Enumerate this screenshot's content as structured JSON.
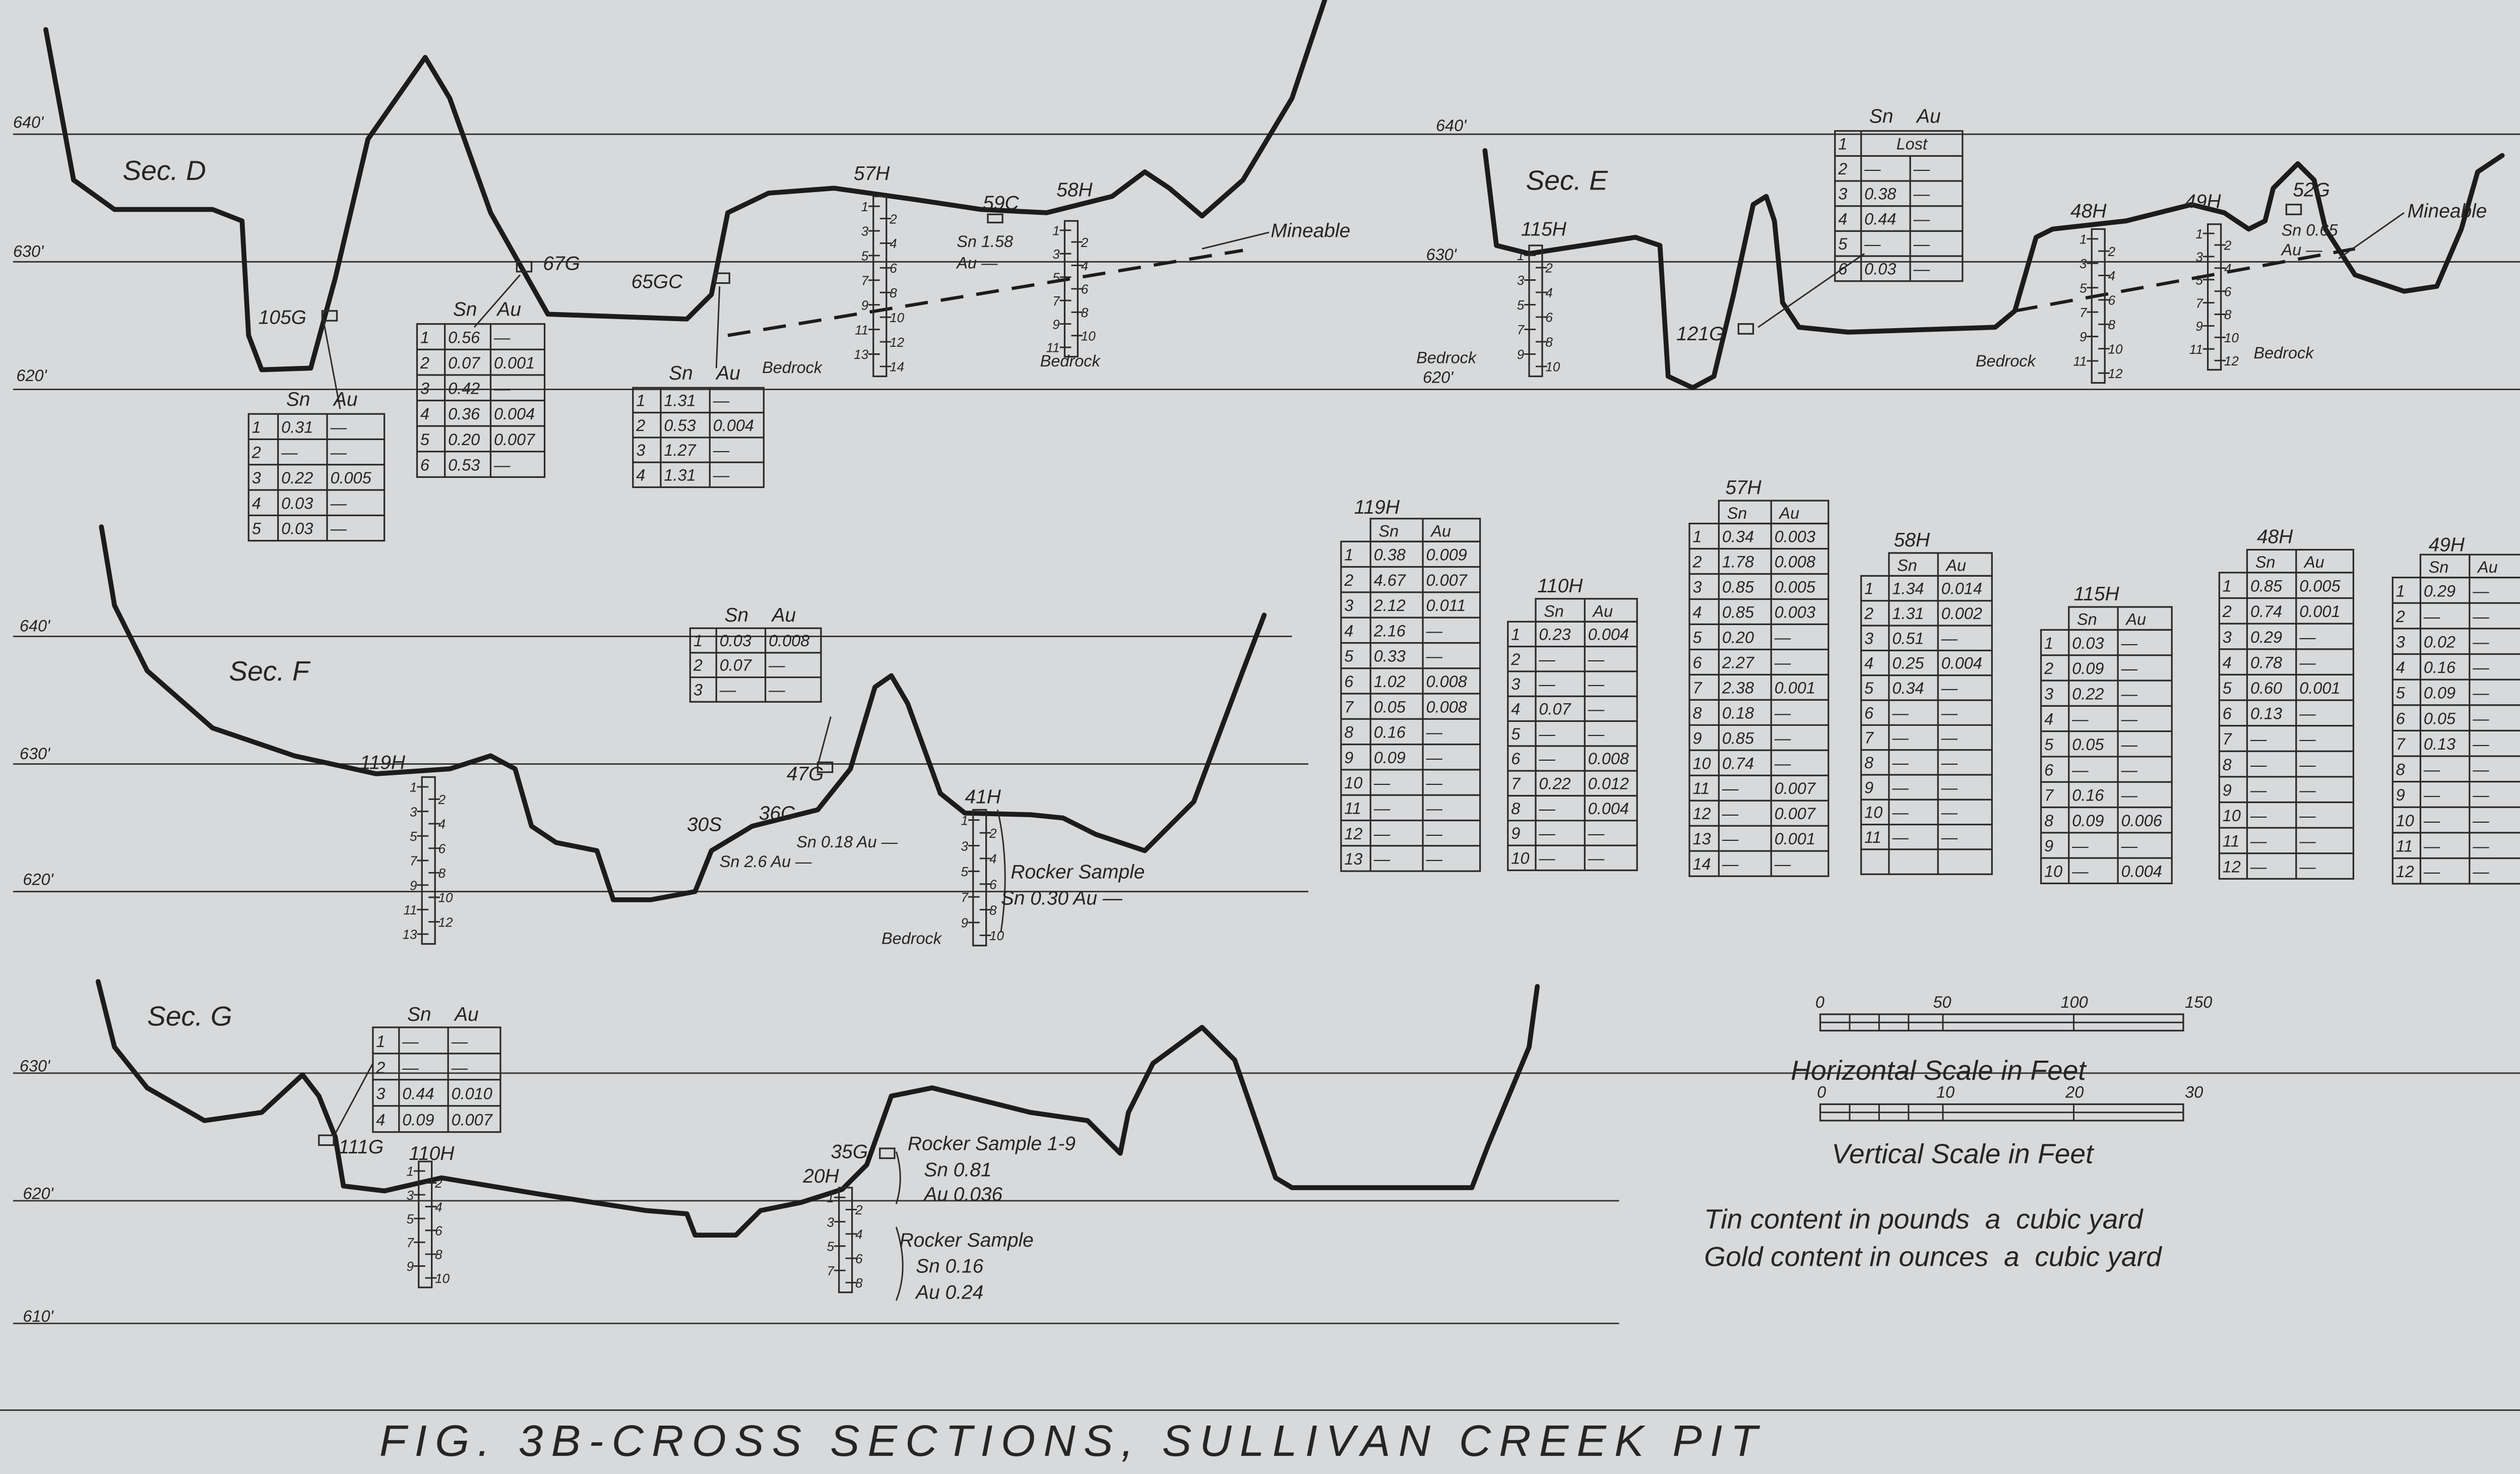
{
  "title": "FIG. 3B-CROSS SECTIONS, SULLIVAN CREEK PIT",
  "colors": {
    "paper": "#d8d9da",
    "ink": "#252525"
  },
  "sections": {
    "D": {
      "label": "Sec. D",
      "elevations": [
        "640'",
        "630'",
        "620'"
      ]
    },
    "E": {
      "label": "Sec. E",
      "elevations": [
        "640'",
        "630'",
        "620'"
      ]
    },
    "F": {
      "label": "Sec. F",
      "elevations": [
        "640'",
        "630'",
        "620'"
      ]
    },
    "G": {
      "label": "Sec. G",
      "elevations": [
        "630'",
        "620'",
        "610'"
      ]
    }
  },
  "annotations": {
    "d_105g": "105G",
    "d_67g": "67G",
    "d_65gc": "65GC",
    "d_57h": "57H",
    "d_59c": "59C",
    "d_59c_sn": "Sn 1.58",
    "d_59c_au": "Au —",
    "d_58h": "58H",
    "d_mineable": "Mineable",
    "d_bedrock_1": "Bedrock",
    "d_bedrock_2": "Bedrock",
    "e_115h": "115H",
    "e_bedrock_1": "Bedrock",
    "e_121g": "121G",
    "e_48h": "48H",
    "e_49h": "49H",
    "e_52g": "52G",
    "e_52g_sn": "Sn 0.65",
    "e_52g_au": "Au —",
    "e_mineable": "Mineable",
    "e_bedrock_2": "Bedrock",
    "e_bedrock_3": "Bedrock",
    "f_119h": "119H",
    "f_30s": "30S",
    "f_36c": "36C",
    "f_47g": "47G",
    "f_41h": "41H",
    "f_36c_assay": "Sn 0.18 Au —",
    "f_30s_assay": "Sn 2.6 Au —",
    "f_rocker": "Rocker Sample",
    "f_rocker_assay": "Sn 0.30 Au —",
    "f_bedrock": "Bedrock",
    "g_111g": "111G",
    "g_110h": "110H",
    "g_35g": "35G",
    "g_20h": "20H",
    "g_rocker_1": "Rocker Sample 1-9",
    "g_rocker_1_sn": "Sn 0.81",
    "g_rocker_1_au": "Au 0.036",
    "g_rocker_2": "Rocker Sample",
    "g_rocker_2_sn": "Sn 0.16",
    "g_rocker_2_au": "Au 0.24"
  },
  "holes": [
    {
      "id": "d57h",
      "intervals": 14
    },
    {
      "id": "d58h",
      "intervals": 11
    },
    {
      "id": "e115h",
      "intervals": 10
    },
    {
      "id": "e48h",
      "intervals": 12
    },
    {
      "id": "e49h",
      "intervals": 12
    },
    {
      "id": "f119h",
      "intervals": 13
    },
    {
      "id": "f41h",
      "intervals": 10
    },
    {
      "id": "g110h",
      "intervals": 10
    },
    {
      "id": "g20h",
      "intervals": 8
    }
  ],
  "sample_tables": [
    {
      "id": "t105g",
      "headers": [
        "Sn",
        "Au"
      ],
      "rows": [
        [
          "1",
          "0.31",
          "—"
        ],
        [
          "2",
          "—",
          "—"
        ],
        [
          "3",
          "0.22",
          "0.005"
        ],
        [
          "4",
          "0.03",
          "—"
        ],
        [
          "5",
          "0.03",
          "—"
        ]
      ]
    },
    {
      "id": "t67g",
      "headers": [
        "Sn",
        "Au"
      ],
      "rows": [
        [
          "1",
          "0.56",
          "—"
        ],
        [
          "2",
          "0.07",
          "0.001"
        ],
        [
          "3",
          "0.42",
          "—"
        ],
        [
          "4",
          "0.36",
          "0.004"
        ],
        [
          "5",
          "0.20",
          "0.007"
        ],
        [
          "6",
          "0.53",
          "—"
        ]
      ]
    },
    {
      "id": "t65gc",
      "headers": [
        "Sn",
        "Au"
      ],
      "rows": [
        [
          "1",
          "1.31",
          "—"
        ],
        [
          "2",
          "0.53",
          "0.004"
        ],
        [
          "3",
          "1.27",
          "—"
        ],
        [
          "4",
          "1.31",
          "—"
        ]
      ]
    },
    {
      "id": "t121g",
      "headers": [
        "Sn",
        "Au"
      ],
      "rows": [
        [
          "1",
          "Lost",
          null
        ],
        [
          "2",
          "—",
          "—"
        ],
        [
          "3",
          "0.38",
          "—"
        ],
        [
          "4",
          "0.44",
          "—"
        ],
        [
          "5",
          "—",
          "—"
        ],
        [
          "6",
          "0.03",
          "—"
        ]
      ]
    },
    {
      "id": "t47g",
      "headers": [
        "Sn",
        "Au"
      ],
      "rows": [
        [
          "1",
          "0.03",
          "0.008"
        ],
        [
          "2",
          "0.07",
          "—"
        ],
        [
          "3",
          "—",
          "—"
        ]
      ]
    },
    {
      "id": "t111g",
      "headers": [
        "Sn",
        "Au"
      ],
      "rows": [
        [
          "1",
          "—",
          "—"
        ],
        [
          "2",
          "—",
          "—"
        ],
        [
          "3",
          "0.44",
          "0.010"
        ],
        [
          "4",
          "0.09",
          "0.007"
        ]
      ]
    }
  ],
  "hole_tables": [
    {
      "id": "h119",
      "title": "119H",
      "headers": [
        "Sn",
        "Au"
      ],
      "rows": [
        [
          "1",
          "0.38",
          "0.009"
        ],
        [
          "2",
          "4.67",
          "0.007"
        ],
        [
          "3",
          "2.12",
          "0.011"
        ],
        [
          "4",
          "2.16",
          "—"
        ],
        [
          "5",
          "0.33",
          "—"
        ],
        [
          "6",
          "1.02",
          "0.008"
        ],
        [
          "7",
          "0.05",
          "0.008"
        ],
        [
          "8",
          "0.16",
          "—"
        ],
        [
          "9",
          "0.09",
          "—"
        ],
        [
          "10",
          "—",
          "—"
        ],
        [
          "11",
          "—",
          "—"
        ],
        [
          "12",
          "—",
          "—"
        ],
        [
          "13",
          "—",
          "—"
        ]
      ]
    },
    {
      "id": "h110",
      "title": "110H",
      "headers": [
        "Sn",
        "Au"
      ],
      "rows": [
        [
          "1",
          "0.23",
          "0.004"
        ],
        [
          "2",
          "—",
          "—"
        ],
        [
          "3",
          "—",
          "—"
        ],
        [
          "4",
          "0.07",
          "—"
        ],
        [
          "5",
          "—",
          "—"
        ],
        [
          "6",
          "—",
          "0.008"
        ],
        [
          "7",
          "0.22",
          "0.012"
        ],
        [
          "8",
          "—",
          "0.004"
        ],
        [
          "9",
          "—",
          "—"
        ],
        [
          "10",
          "—",
          "—"
        ]
      ]
    },
    {
      "id": "h57",
      "title": "57H",
      "headers": [
        "Sn",
        "Au"
      ],
      "rows": [
        [
          "1",
          "0.34",
          "0.003"
        ],
        [
          "2",
          "1.78",
          "0.008"
        ],
        [
          "3",
          "0.85",
          "0.005"
        ],
        [
          "4",
          "0.85",
          "0.003"
        ],
        [
          "5",
          "0.20",
          "—"
        ],
        [
          "6",
          "2.27",
          "—"
        ],
        [
          "7",
          "2.38",
          "0.001"
        ],
        [
          "8",
          "0.18",
          "—"
        ],
        [
          "9",
          "0.85",
          "—"
        ],
        [
          "10",
          "0.74",
          "—"
        ],
        [
          "11",
          "—",
          "0.007"
        ],
        [
          "12",
          "—",
          "0.007"
        ],
        [
          "13",
          "—",
          "0.001"
        ],
        [
          "14",
          "—",
          "—"
        ]
      ]
    },
    {
      "id": "h58",
      "title": "58H",
      "headers": [
        "Sn",
        "Au"
      ],
      "rows": [
        [
          "1",
          "1.34",
          "0.014"
        ],
        [
          "2",
          "1.31",
          "0.002"
        ],
        [
          "3",
          "0.51",
          "—"
        ],
        [
          "4",
          "0.25",
          "0.004"
        ],
        [
          "5",
          "0.34",
          "—"
        ],
        [
          "6",
          "—",
          "—"
        ],
        [
          "7",
          "—",
          "—"
        ],
        [
          "8",
          "—",
          "—"
        ],
        [
          "9",
          "—",
          "—"
        ],
        [
          "10",
          "—",
          "—"
        ],
        [
          "11",
          "—",
          "—"
        ]
      ]
    },
    {
      "id": "h115",
      "title": "115H",
      "headers": [
        "Sn",
        "Au"
      ],
      "rows": [
        [
          "1",
          "0.03",
          "—"
        ],
        [
          "2",
          "0.09",
          "—"
        ],
        [
          "3",
          "0.22",
          "—"
        ],
        [
          "4",
          "—",
          "—"
        ],
        [
          "5",
          "0.05",
          "—"
        ],
        [
          "6",
          "—",
          "—"
        ],
        [
          "7",
          "0.16",
          "—"
        ],
        [
          "8",
          "0.09",
          "0.006"
        ],
        [
          "9",
          "—",
          "—"
        ],
        [
          "10",
          "—",
          "0.004"
        ]
      ]
    },
    {
      "id": "h48",
      "title": "48H",
      "headers": [
        "Sn",
        "Au"
      ],
      "rows": [
        [
          "1",
          "0.85",
          "0.005"
        ],
        [
          "2",
          "0.74",
          "0.001"
        ],
        [
          "3",
          "0.29",
          "—"
        ],
        [
          "4",
          "0.78",
          "—"
        ],
        [
          "5",
          "0.60",
          "0.001"
        ],
        [
          "6",
          "0.13",
          "—"
        ],
        [
          "7",
          "—",
          "—"
        ],
        [
          "8",
          "—",
          "—"
        ],
        [
          "9",
          "—",
          "—"
        ],
        [
          "10",
          "—",
          "—"
        ],
        [
          "11",
          "—",
          "—"
        ],
        [
          "12",
          "—",
          "—"
        ]
      ]
    },
    {
      "id": "h49",
      "title": "49H",
      "headers": [
        "Sn",
        "Au"
      ],
      "rows": [
        [
          "1",
          "0.29",
          "—"
        ],
        [
          "2",
          "—",
          "—"
        ],
        [
          "3",
          "0.02",
          "—"
        ],
        [
          "4",
          "0.16",
          "—"
        ],
        [
          "5",
          "0.09",
          "—"
        ],
        [
          "6",
          "0.05",
          "—"
        ],
        [
          "7",
          "0.13",
          "—"
        ],
        [
          "8",
          "—",
          "—"
        ],
        [
          "9",
          "—",
          "—"
        ],
        [
          "10",
          "—",
          "—"
        ],
        [
          "11",
          "—",
          "—"
        ],
        [
          "12",
          "—",
          "—"
        ]
      ]
    }
  ],
  "scales": {
    "horizontal": {
      "ticks": [
        "0",
        "50",
        "100",
        "150"
      ],
      "caption": "Horizontal Scale in Feet"
    },
    "vertical": {
      "ticks": [
        "0",
        "10",
        "20",
        "30"
      ],
      "caption": "Vertical Scale in Feet"
    }
  },
  "legend": {
    "tin": "Tin content in pounds  a  cubic yard",
    "gold": "Gold content in ounces  a  cubic yard"
  }
}
